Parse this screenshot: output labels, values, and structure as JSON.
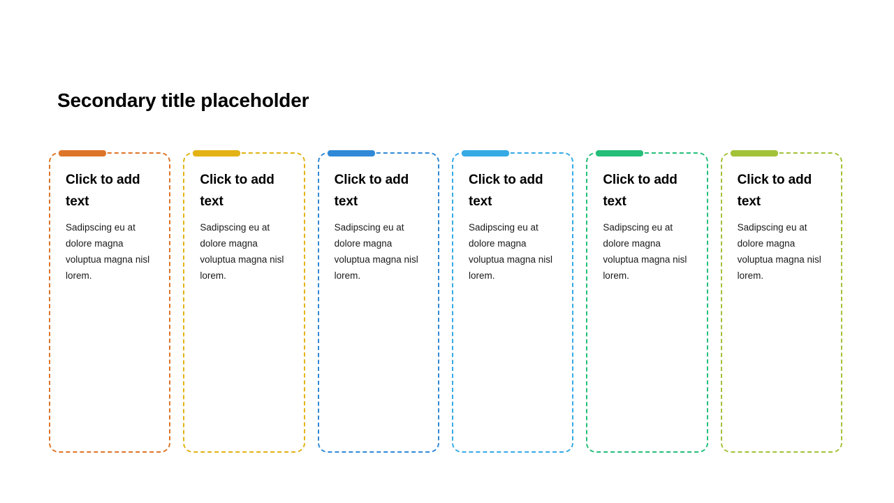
{
  "slide": {
    "title": "Secondary title placeholder",
    "background_color": "#FFFFFF",
    "text_color": "#000000"
  },
  "cards": [
    {
      "accent_name": "orange",
      "accent_color": "#DD7529",
      "heading": "Click to add text",
      "body": "Sadipscing eu at dolore magna voluptua magna nisl lorem."
    },
    {
      "accent_name": "amber",
      "accent_color": "#E3B315",
      "heading": "Click to add text",
      "body": "Sadipscing eu at dolore magna voluptua magna nisl lorem."
    },
    {
      "accent_name": "blue",
      "accent_color": "#3089D6",
      "heading": "Click to add text",
      "body": "Sadipscing eu at dolore magna voluptua magna nisl lorem."
    },
    {
      "accent_name": "sky-blue",
      "accent_color": "#35AAE5",
      "heading": "Click to add text",
      "body": "Sadipscing eu at dolore magna voluptua magna nisl lorem."
    },
    {
      "accent_name": "emerald",
      "accent_color": "#23BE79",
      "heading": "Click to add text",
      "body": "Sadipscing eu at dolore magna voluptua magna nisl lorem."
    },
    {
      "accent_name": "lime",
      "accent_color": "#A2C238",
      "heading": "Click to add text",
      "body": "Sadipscing eu at dolore magna voluptua magna nisl lorem."
    }
  ]
}
